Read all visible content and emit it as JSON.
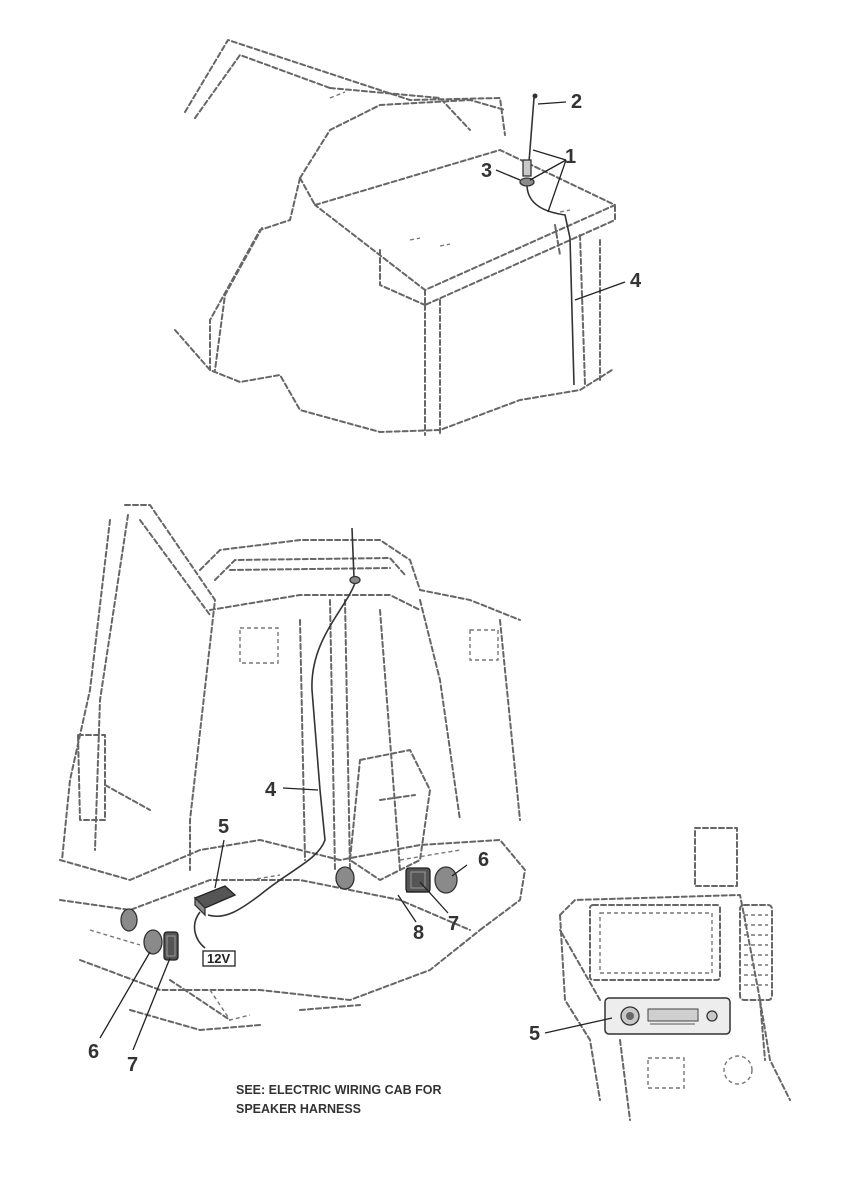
{
  "callouts": {
    "top": {
      "c1": "1",
      "c2": "2",
      "c3": "3",
      "c4": "4"
    },
    "bottom": {
      "c4": "4",
      "c5": "5",
      "c6a": "6",
      "c6b": "6",
      "c7a": "7",
      "c7b": "7",
      "c8": "8"
    },
    "inset": {
      "c5": "5"
    }
  },
  "power_tag": "12V",
  "note": {
    "line1": "SEE: ELECTRIC WIRING CAB FOR",
    "line2": "SPEAKER HARNESS"
  }
}
